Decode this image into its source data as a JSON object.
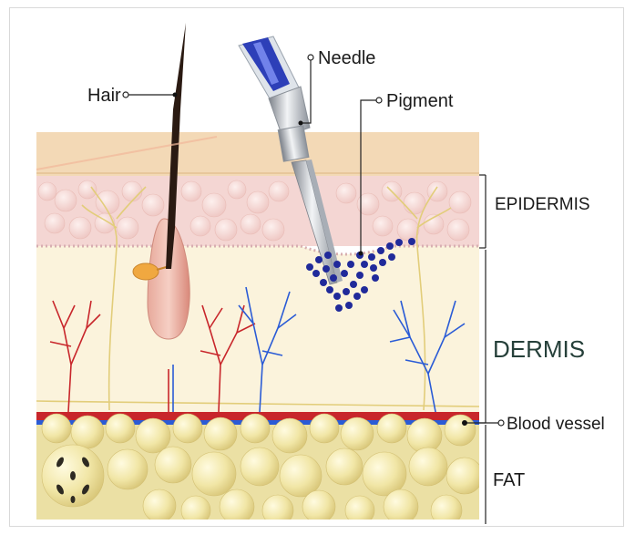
{
  "labels": {
    "hair": "Hair",
    "needle": "Needle",
    "pigment": "Pigment",
    "epidermis": "EPIDERMIS",
    "dermis": "DERMIS",
    "blood_vessel": "Blood vessel",
    "fat": "FAT"
  },
  "colors": {
    "surface": "#f3d9b6",
    "epidermis": "#f4d6d3",
    "dermis": "#fbf3dc",
    "fat": "#ebe0a4",
    "pigment": "#202a9a",
    "artery": "#c8262b",
    "vein": "#2a5bd6",
    "dermis_text": "#26403a"
  }
}
